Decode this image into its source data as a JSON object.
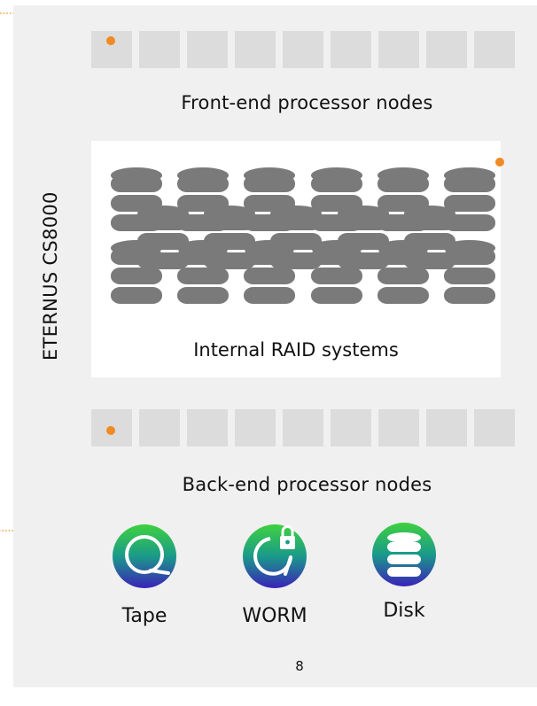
{
  "system_title": "ETERNUS CS8000",
  "front_end_label": "Front-end processor nodes",
  "raid_label": "Internal RAID systems",
  "back_end_label": "Back-end processor nodes",
  "storage": [
    {
      "label": "Tape",
      "icon": "tape-reel-icon"
    },
    {
      "label": "WORM",
      "icon": "worm-lock-icon"
    },
    {
      "label": "Disk",
      "icon": "disk-stack-icon"
    }
  ],
  "page_number": "8",
  "colors": {
    "panel": "#f0f0f0",
    "node": "#dcdcdc",
    "disk": "#7a7a7a",
    "accent": "#f08a24",
    "badge_top": "#3fd13f",
    "badge_bottom": "#3a22b8"
  }
}
